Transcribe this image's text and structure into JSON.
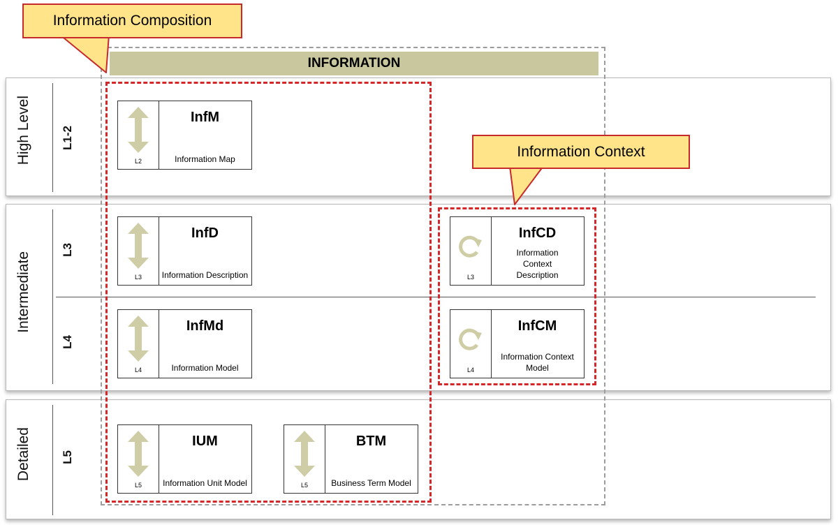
{
  "rows": [
    {
      "band": "High Level",
      "levels": [
        "L1-2"
      ]
    },
    {
      "band": "Intermediate",
      "levels": [
        "L3",
        "L4"
      ]
    },
    {
      "band": "Detailed",
      "levels": [
        "L5"
      ]
    }
  ],
  "header": "INFORMATION",
  "callouts": {
    "composition": "Information Composition",
    "context": "Information Context"
  },
  "cards": [
    {
      "abbr": "InfM",
      "name": "Information Map",
      "level": "L2",
      "icon": "double-arrow-icon"
    },
    {
      "abbr": "InfD",
      "name": "Information Description",
      "level": "L3",
      "icon": "double-arrow-icon"
    },
    {
      "abbr": "InfMd",
      "name": "Information Model",
      "level": "L4",
      "icon": "double-arrow-icon"
    },
    {
      "abbr": "IUM",
      "name": "Information Unit Model",
      "level": "L5",
      "icon": "double-arrow-icon"
    },
    {
      "abbr": "BTM",
      "name": "Business Term Model",
      "level": "L5",
      "icon": "double-arrow-icon"
    },
    {
      "abbr": "InfCD",
      "name": "Information Context Description",
      "level": "L3",
      "icon": "cycle-icon"
    },
    {
      "abbr": "InfCM",
      "name": "Information Context Model",
      "level": "L4",
      "icon": "cycle-icon"
    }
  ],
  "colors": {
    "header_fill": "#c9c79e",
    "icon_fill": "#cfcda5",
    "callout_fill": "#ffe48a",
    "red_dash": "#d3272a",
    "grey_dash": "#9c9c9c"
  }
}
